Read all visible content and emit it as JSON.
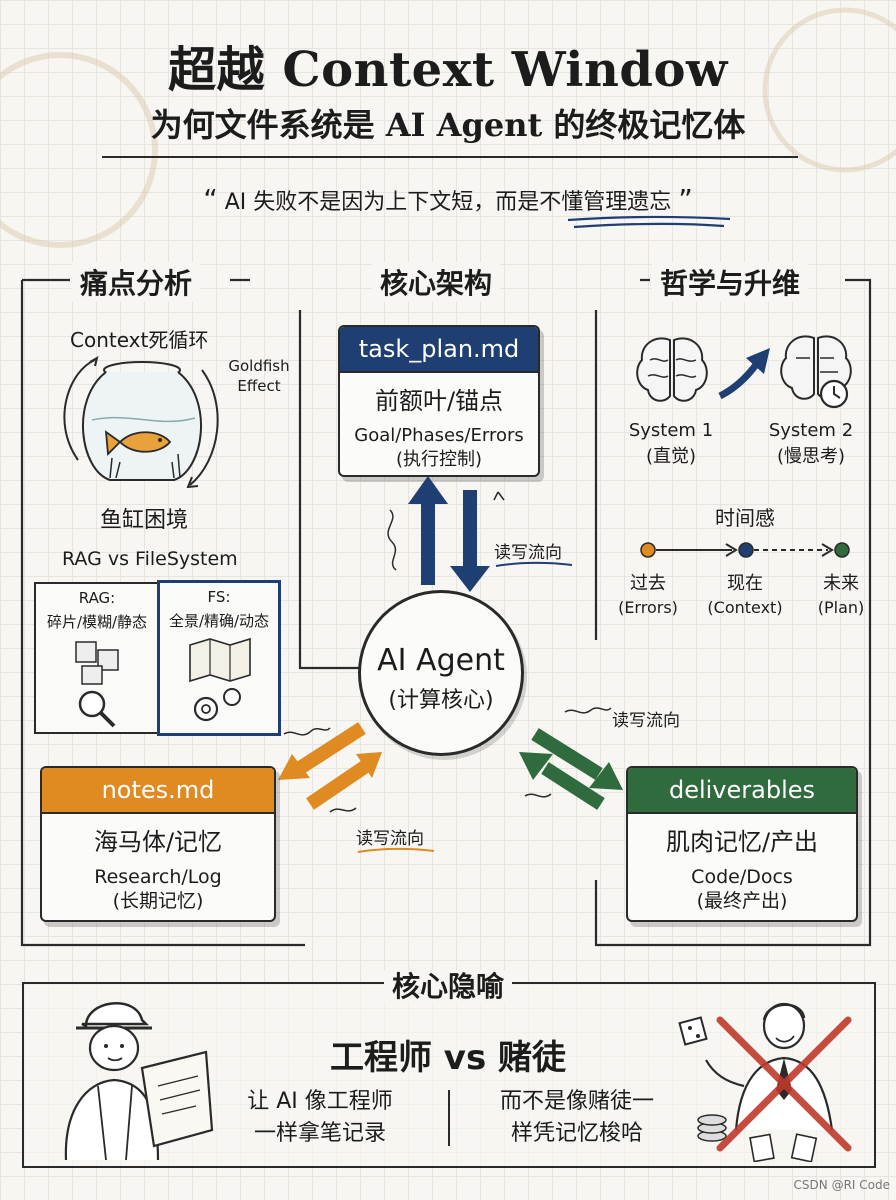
{
  "header": {
    "title": "超越 Context Window",
    "subtitle": "为何文件系统是 AI Agent 的终极记忆体",
    "quote_open": "“",
    "quote_text": "AI 失败不是因为上下文短，而是",
    "quote_highlight": "不懂管理遗忘",
    "quote_close": "”"
  },
  "pain_points": {
    "title": "痛点分析",
    "loop_label": "Context死循环",
    "goldfish_label_1": "Goldfish",
    "goldfish_label_2": "Effect",
    "dilemma_label": "鱼缸困境",
    "compare_title": "RAG vs FileSystem",
    "rag_label": "RAG:",
    "rag_desc": "碎片/模糊/静态",
    "fs_label": "FS:",
    "fs_desc": "全景/精确/动态"
  },
  "architecture": {
    "title": "核心架构",
    "task_plan": {
      "name": "task_plan.md",
      "role": "前额叶/锚点",
      "detail": "Goal/Phases/Errors",
      "note": "(执行控制)"
    },
    "notes": {
      "name": "notes.md",
      "role": "海马体/记忆",
      "detail": "Research/Log",
      "note": "(长期记忆)"
    },
    "deliverables": {
      "name": "deliverables",
      "role": "肌肉记忆/产出",
      "detail": "Code/Docs",
      "note": "(最终产出)"
    },
    "agent": {
      "name": "AI Agent",
      "role": "(计算核心)"
    },
    "rw_label_top": "读写流向",
    "rw_label_left": "读写流向",
    "rw_label_right": "读写流向"
  },
  "philosophy": {
    "title": "哲学与升维",
    "system1": "System 1",
    "system1_desc": "(直觉)",
    "system2": "System 2",
    "system2_desc": "(慢思考)",
    "time_title": "时间感",
    "past": "过去",
    "past_desc": "(Errors)",
    "present": "现在",
    "present_desc": "(Context)",
    "future": "未来",
    "future_desc": "(Plan)"
  },
  "metaphor": {
    "title": "核心隐喻",
    "main": "工程师 vs 赌徒",
    "left_line1": "让 AI 像工程师",
    "left_line2": "一样拿笔记录",
    "right_line1": "而不是像赌徒一",
    "right_line2": "样凭记忆梭哈"
  },
  "credit": "CSDN @RI Code",
  "colors": {
    "blue": "#1f3f73",
    "orange": "#e08a22",
    "green": "#2f6b3c",
    "red": "#c0392b",
    "underline": "#1f3f73"
  }
}
